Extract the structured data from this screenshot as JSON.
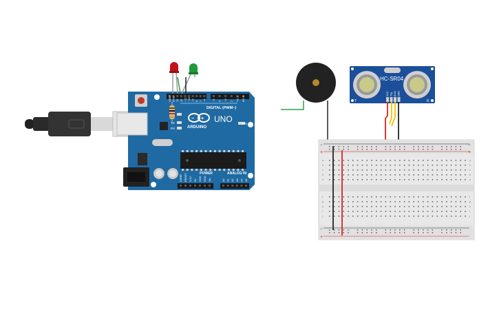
{
  "arduino": {
    "logo_text": "ARDUINO",
    "model": "UNO",
    "digital_label": "DIGITAL (PWM~)",
    "power_label": "POWER",
    "analog_label": "ANALOG IN",
    "on_label": "ON",
    "tx_label": "TX",
    "rx_label": "RX",
    "l_label": "L",
    "pin_labels": [
      "AREF",
      "GND",
      "13",
      "12",
      "~11",
      "~10",
      "~9",
      "8",
      "7",
      "~6",
      "~5",
      "4",
      "~3",
      "2",
      "TX 1",
      "RX 0"
    ],
    "power_pins": [
      "IOREF",
      "RESET",
      "3.3V",
      "5V",
      "GND",
      "GND",
      "Vin"
    ],
    "analog_pins": [
      "A0",
      "A1",
      "A2",
      "A3",
      "A4",
      "A5"
    ]
  },
  "sensor": {
    "label": "HC-SR04",
    "pins": [
      "VCC",
      "Trig",
      "Echo",
      "GND"
    ]
  },
  "breadboard": {
    "rail_plus": "+",
    "rail_minus": "−",
    "row_letters_top": [
      "a",
      "b",
      "c",
      "d",
      "e"
    ],
    "row_letters_bottom": [
      "f",
      "g",
      "h",
      "i",
      "j"
    ]
  },
  "colors": {
    "board_blue": "#1f6aa3",
    "sensor_blue": "#1b4f9a",
    "wire_green": "#2ea043",
    "wire_red": "#e0201b",
    "wire_black": "#222222",
    "wire_yellow": "#f2c200",
    "led_red": "#c0121a",
    "led_green": "#1f9a3b",
    "buzzer_body": "#222222",
    "breadboard": "#e8e8e8"
  }
}
